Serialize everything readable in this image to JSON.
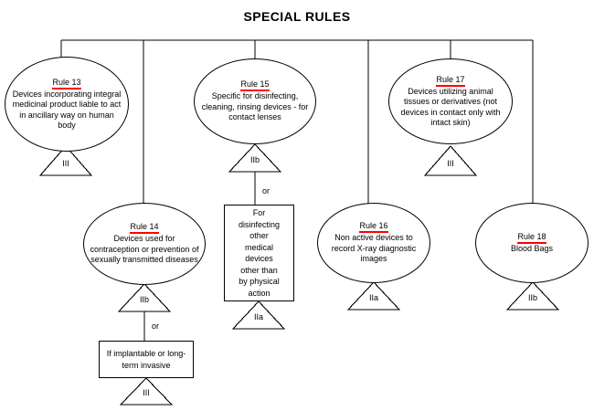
{
  "title": "SPECIAL RULES",
  "nodes": {
    "rule13": {
      "rule": "Rule 13",
      "text": "Devices incorporating integral medicinal product liable to act in ancillary way on human body",
      "classification": "III"
    },
    "rule14": {
      "rule": "Rule 14",
      "text": "Devices used for contraception or prevention of sexually transmitted diseases",
      "classification": "IIb"
    },
    "rule14_branch": {
      "connector": "or",
      "text": "If implantable or long-term invasive",
      "classification": "III"
    },
    "rule15": {
      "rule": "Rule 15",
      "text": "Specific for disinfecting, cleaning, rinsing devices - for contact lenses",
      "classification": "IIb"
    },
    "rule15_branch": {
      "connector": "or",
      "text": "For\ndisinfecting\nother\nmedical\ndevices\nother than\nby physical\naction",
      "classification": "IIa"
    },
    "rule16": {
      "rule": "Rule 16",
      "text": "Non active devices to record X-ray diagnostic images",
      "classification": "IIa"
    },
    "rule17": {
      "rule": "Rule 17",
      "text": "Devices utilizing animal tissues or derivatives (not devices in contact only with intact skin)",
      "classification": "III"
    },
    "rule18": {
      "rule": "Rule 18",
      "text": "Blood Bags",
      "classification": "IIb"
    }
  },
  "colors": {
    "underline": "#ff0000",
    "stroke": "#000000",
    "background": "#ffffff"
  }
}
